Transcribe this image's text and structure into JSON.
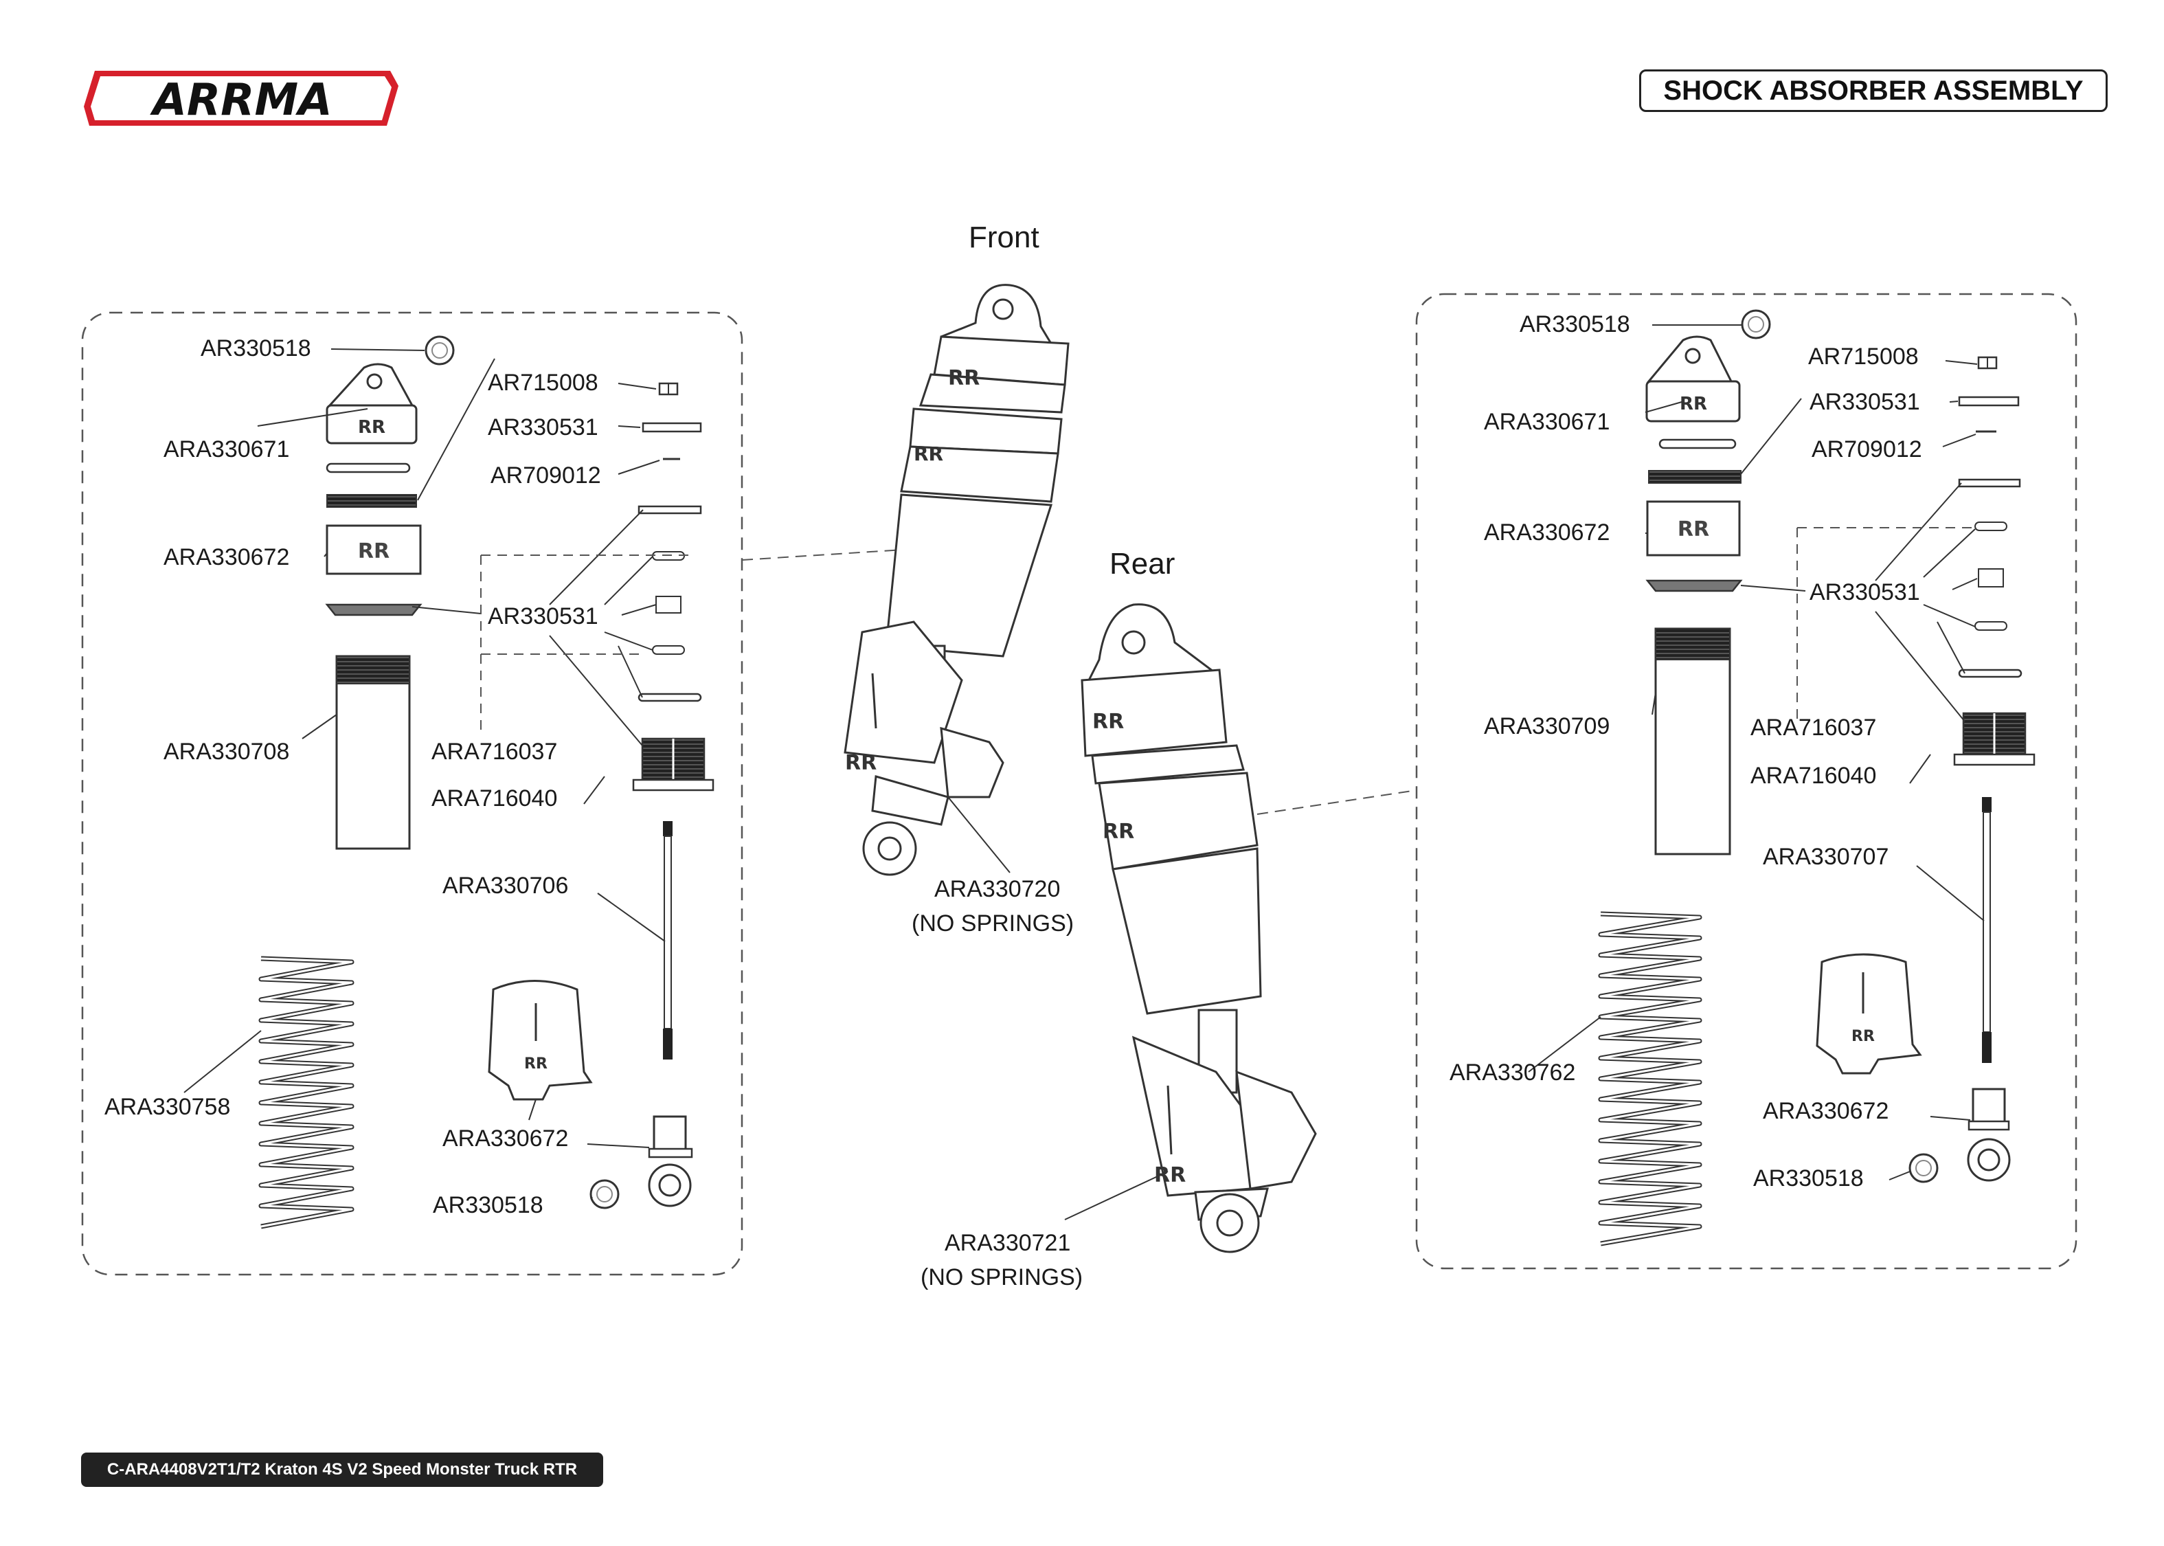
{
  "brand": {
    "logo_text": "ARRMA",
    "accent": "#d6202b"
  },
  "header": {
    "title": "SHOCK ABSORBER ASSEMBLY"
  },
  "footer": {
    "text": "C-ARA4408V2T1/T2 Kraton 4S V2 Speed Monster Truck RTR"
  },
  "headings": {
    "front": "Front",
    "rear": "Rear"
  },
  "left_group": {
    "cap_washer": "AR330518",
    "cap": "ARA330671",
    "seal": "AR715008",
    "oring_top": "AR330531",
    "clip": "AR709012",
    "collar": "ARA330672",
    "oring_mid": "AR330531",
    "body": "ARA330708",
    "bushing": "ARA716037",
    "shaft_seal": "ARA716040",
    "shaft": "ARA330706",
    "spring": "ARA330758",
    "spring_cup": "ARA330672",
    "end_washer": "AR330518"
  },
  "right_group": {
    "cap_washer": "AR330518",
    "seal": "AR715008",
    "cap": "ARA330671",
    "oring_top": "AR330531",
    "clip": "AR709012",
    "collar": "ARA330672",
    "oring_mid": "AR330531",
    "body": "ARA330709",
    "bushing": "ARA716037",
    "shaft_seal": "ARA716040",
    "shaft": "ARA330707",
    "spring": "ARA330762",
    "spring_cup": "ARA330672",
    "end_washer": "AR330518"
  },
  "assemblies": {
    "front_part": "ARA330720",
    "front_note": "(NO SPRINGS)",
    "rear_part": "ARA330721",
    "rear_note": "(NO SPRINGS)"
  }
}
